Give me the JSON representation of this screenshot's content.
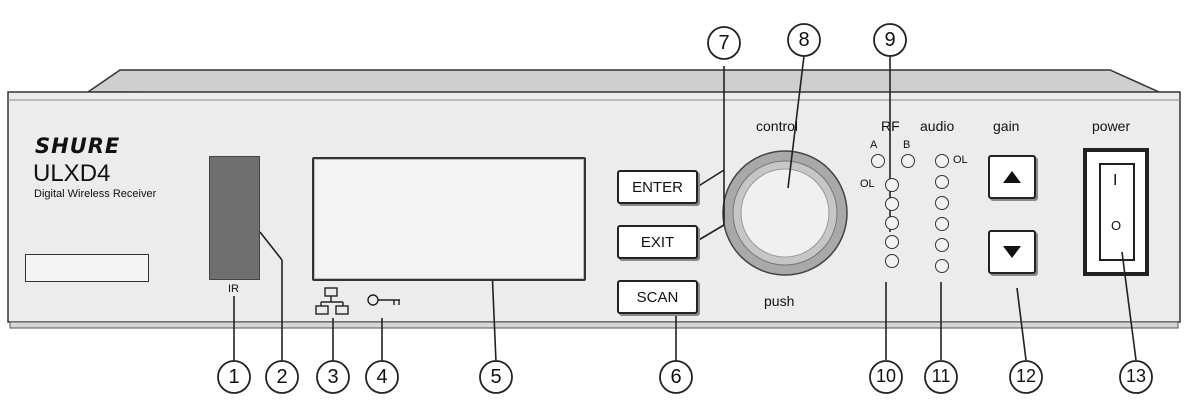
{
  "device": {
    "brand": "SHURE",
    "model": "ULXD4",
    "subtitle": "Digital Wireless Receiver",
    "ir_label": "IR"
  },
  "labels": {
    "control": "control",
    "push": "push",
    "rf": "RF",
    "rf_a": "A",
    "rf_b": "B",
    "audio": "audio",
    "gain": "gain",
    "power": "power",
    "ol_rf": "OL",
    "ol_audio": "OL",
    "power_on": "I",
    "power_off": "O"
  },
  "buttons": {
    "enter": "ENTER",
    "exit": "EXIT",
    "scan": "SCAN"
  },
  "callouts": [
    "1",
    "2",
    "3",
    "4",
    "5",
    "6",
    "7",
    "8",
    "9",
    "10",
    "11",
    "12",
    "13"
  ],
  "icons": {
    "network": "network-icon",
    "lock": "lock-icon",
    "gain_up": "triangle-up-icon",
    "gain_down": "triangle-down-icon"
  },
  "colors": {
    "panel": "#ececec",
    "ir_window": "#6f6f6f",
    "knob_outer": "#a9a9a9",
    "knob_inner": "#f0f0f0",
    "outline": "#222222"
  }
}
